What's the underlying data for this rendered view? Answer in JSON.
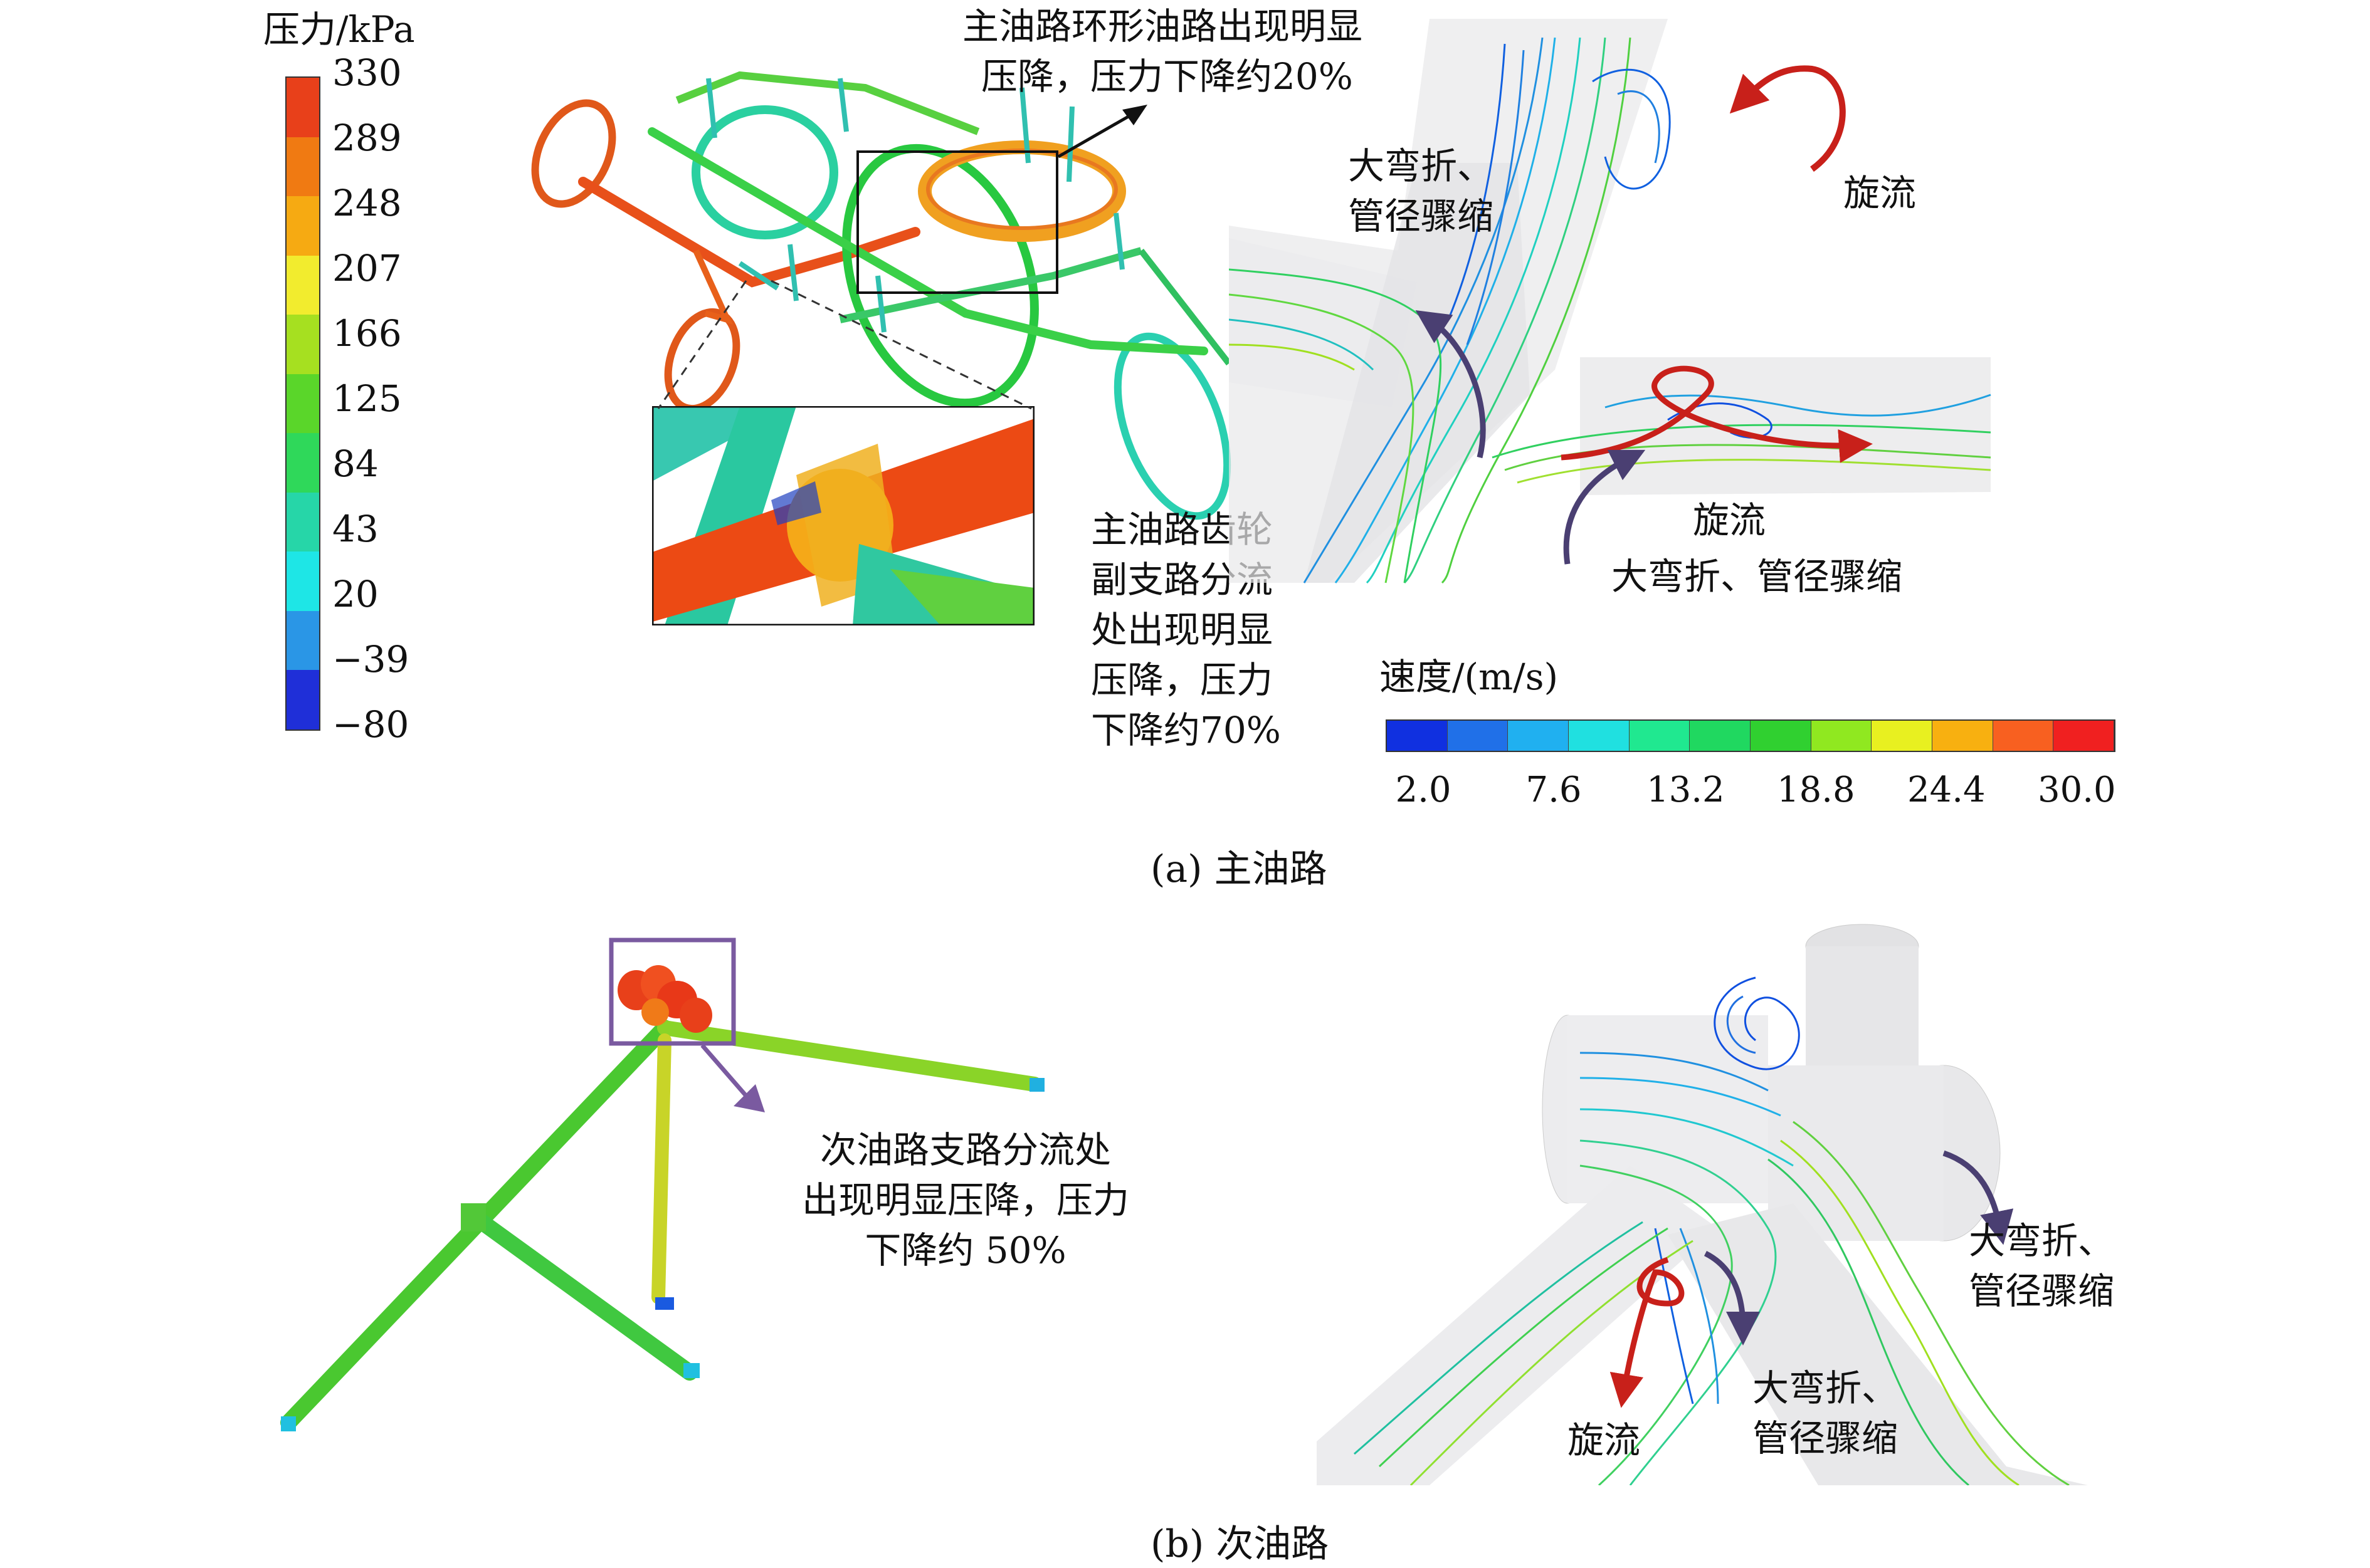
{
  "pressure_legend": {
    "title": "压力/kPa",
    "ticks": [
      "330",
      "289",
      "248",
      "207",
      "166",
      "125",
      "84",
      "43",
      "20",
      "−39",
      "−80"
    ],
    "colors": [
      "#e8401a",
      "#f07a12",
      "#f6aa12",
      "#f2ec2e",
      "#a6e020",
      "#5ad62a",
      "#2fd85a",
      "#26d6a8",
      "#1ee6e6",
      "#2a96e6",
      "#1f2fd8"
    ]
  },
  "velocity_legend": {
    "title": "速度/(m/s)",
    "ticks": [
      "2.0",
      "7.6",
      "13.2",
      "18.8",
      "24.4",
      "30.0"
    ],
    "colors": [
      "#1030e0",
      "#2070e8",
      "#20b0f0",
      "#20e0e0",
      "#20e890",
      "#20d860",
      "#30d030",
      "#90e820",
      "#e8f020",
      "#f8b010",
      "#f86020",
      "#f02020"
    ]
  },
  "panel_a": {
    "caption": "(a) 主油路",
    "annot_ring": [
      "主油路环形油路出现明显",
      "压降，压力下降约20%"
    ],
    "annot_gear": [
      "主油路齿轮",
      "副支路分流",
      "处出现明显",
      "压降，压力",
      "下降约70%"
    ],
    "label_bend_left": [
      "大弯折、",
      "管径骤缩"
    ],
    "label_swirl_top": "旋流",
    "label_swirl_mid": "旋流",
    "label_bend_bottom": "大弯折、管径骤缩"
  },
  "panel_b": {
    "caption": "(b) 次油路",
    "annot_branch": [
      "次油路支路分流处",
      "出现明显压降，压力",
      "下降约 50%"
    ],
    "label_bend_right": [
      "大弯折、",
      "管径骤缩"
    ],
    "label_bend_center": [
      "大弯折、",
      "管径骤缩"
    ],
    "label_swirl": "旋流"
  },
  "colors": {
    "arrow_red": "#c8201a",
    "arrow_dark": "#4a3f72",
    "highlight_box": "#7a5aa0"
  }
}
